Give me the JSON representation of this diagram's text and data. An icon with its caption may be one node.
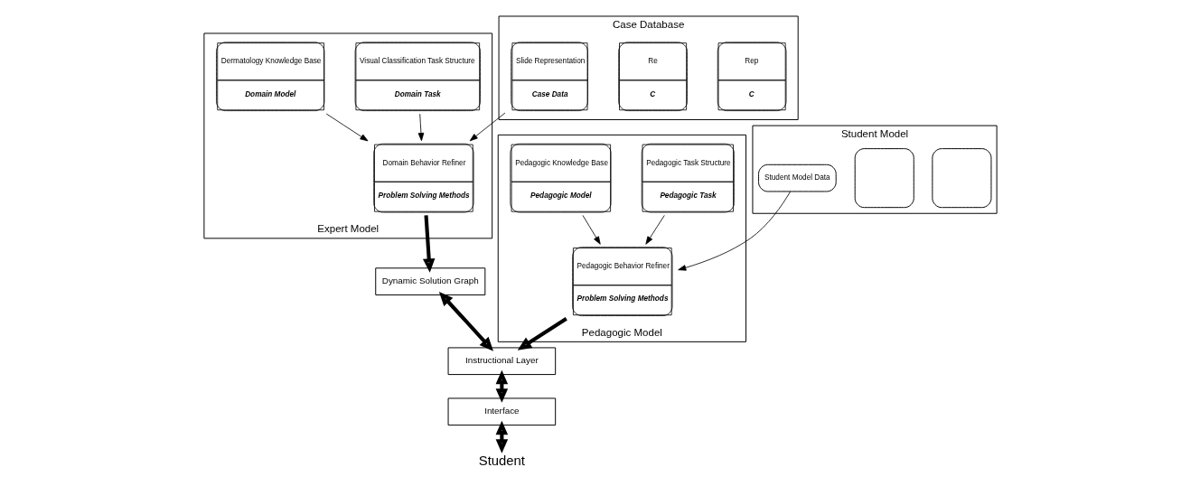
{
  "diagram": {
    "nodes": [
      {
        "text": [
          "Expert Model"
        ]
      },
      {
        "text": [
          "Case Database"
        ]
      },
      {
        "text": [
          "Rep",
          "C"
        ],
        "in": 1
      },
      {
        "text": [
          "Re",
          "C"
        ],
        "in": 1
      },
      {
        "text": [
          "Slide Representation",
          "Case Data"
        ],
        "in": 1
      },
      {
        "text": [
          "Visual Classification Task Structure",
          "Domain Task"
        ],
        "in": 0
      },
      {
        "text": [
          "Domain Behavior Refiner",
          "Problem Solving Methods"
        ],
        "in": 0
      },
      {
        "text": [
          "Dermatology Knowledge Base",
          "Domain Model"
        ],
        "in": 0
      },
      {
        "text": [
          "Dynamic Solution Graph"
        ]
      },
      {
        "text": [
          "Instructional Layer"
        ]
      },
      {
        "text": [
          "Interface"
        ]
      },
      {
        "text": [
          "Student"
        ]
      },
      {
        "text": [
          "Student Model"
        ]
      },
      {
        "text": [],
        "shape": "box",
        "in": 12
      },
      {
        "text": [],
        "shape": "box",
        "in": 12
      },
      {
        "text": [
          "Student Model Data"
        ],
        "in": 12
      },
      {
        "text": [
          "Pedagogic Model"
        ]
      },
      {
        "text": [
          "Pedagogic Task Structure",
          "Pedagogic Task"
        ],
        "in": 16
      },
      {
        "text": [
          "Pedagogic Behavior Refiner",
          "Problem Solving Methods"
        ],
        "in": 16
      },
      {
        "text": [
          "Pedagogic Knowledge Base",
          "Pedagogic Model"
        ],
        "in": 16
      }
    ],
    "edges": [
      {
        "from": 4,
        "to": 6,
        "arrow": "to"
      },
      {
        "from": 5,
        "to": 6,
        "arrow": "to"
      },
      {
        "from": 7,
        "to": 6,
        "arrow": "to"
      },
      {
        "from": 6,
        "to": 8,
        "arrow": "to",
        "style": "thick"
      },
      {
        "from": 8,
        "to": 9,
        "arrow": "both",
        "style": "thick"
      },
      {
        "from": 9,
        "to": 10,
        "arrow": "both",
        "style": "thick"
      },
      {
        "from": 10,
        "to": 11,
        "arrow": "both",
        "style": "thick"
      },
      {
        "from": 18,
        "to": 9,
        "arrow": "to",
        "style": "thick"
      },
      {
        "from": 15,
        "to": 18,
        "arrow": "to"
      },
      {
        "from": 17,
        "to": 18,
        "arrow": "to"
      },
      {
        "from": 19,
        "to": 18,
        "arrow": "to"
      }
    ]
  }
}
